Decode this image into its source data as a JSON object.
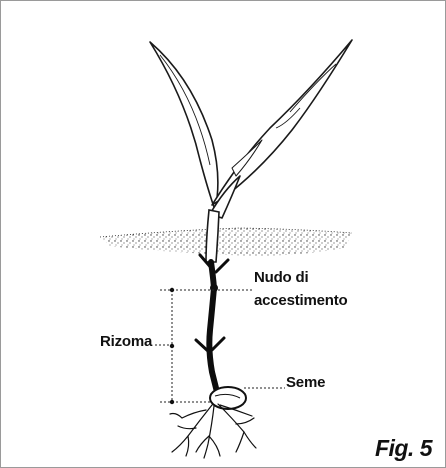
{
  "labels": {
    "node": "Nudo di\naccestimento",
    "rhizome": "Rizoma",
    "seed": "Seme"
  },
  "figure": "Fig. 5"
}
